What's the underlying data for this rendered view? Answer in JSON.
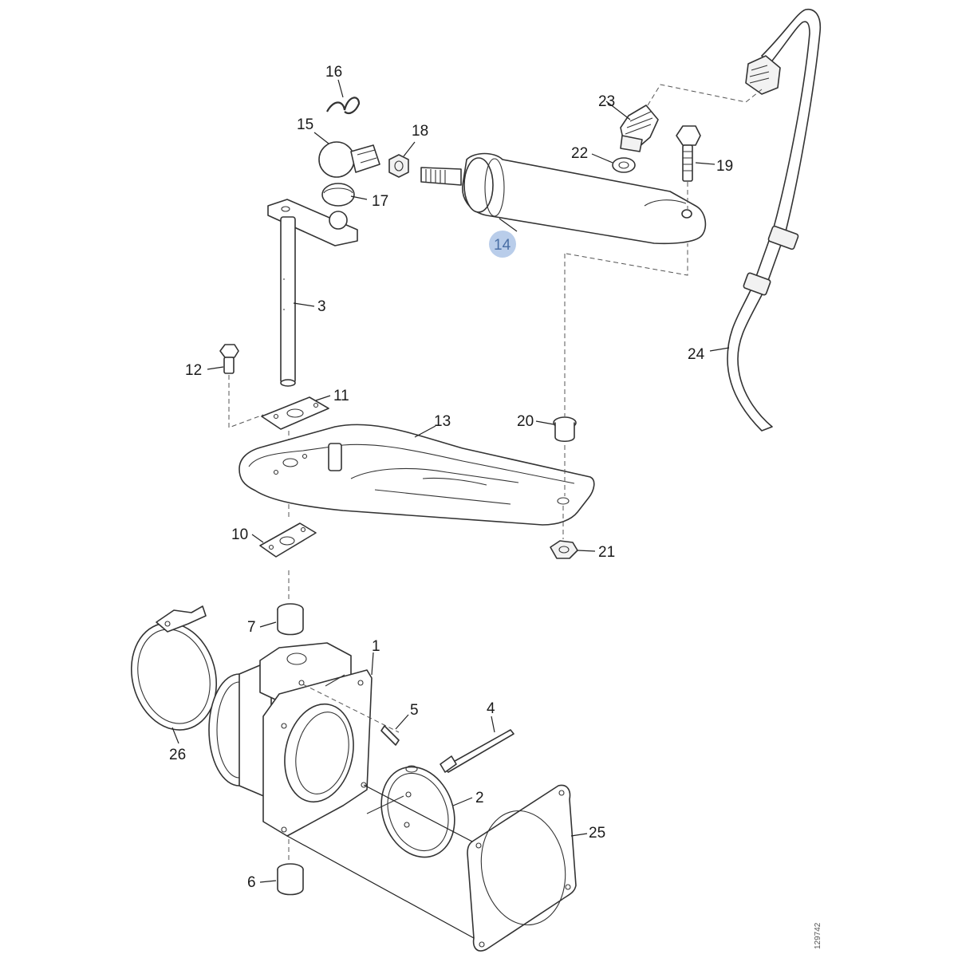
{
  "diagram": {
    "callouts": {
      "c1": "1",
      "c2": "2",
      "c3": "3",
      "c4": "4",
      "c5": "5",
      "c6": "6",
      "c7": "7",
      "c10": "10",
      "c11": "11",
      "c12": "12",
      "c13": "13",
      "c14": "14",
      "c15": "15",
      "c16": "16",
      "c17": "17",
      "c18": "18",
      "c19": "19",
      "c20": "20",
      "c21": "21",
      "c22": "22",
      "c23": "23",
      "c24": "24",
      "c25": "25",
      "c26": "26"
    },
    "highlighted_callout": "14",
    "highlight_color": "#b9cdea",
    "drawing_number": "129742"
  }
}
